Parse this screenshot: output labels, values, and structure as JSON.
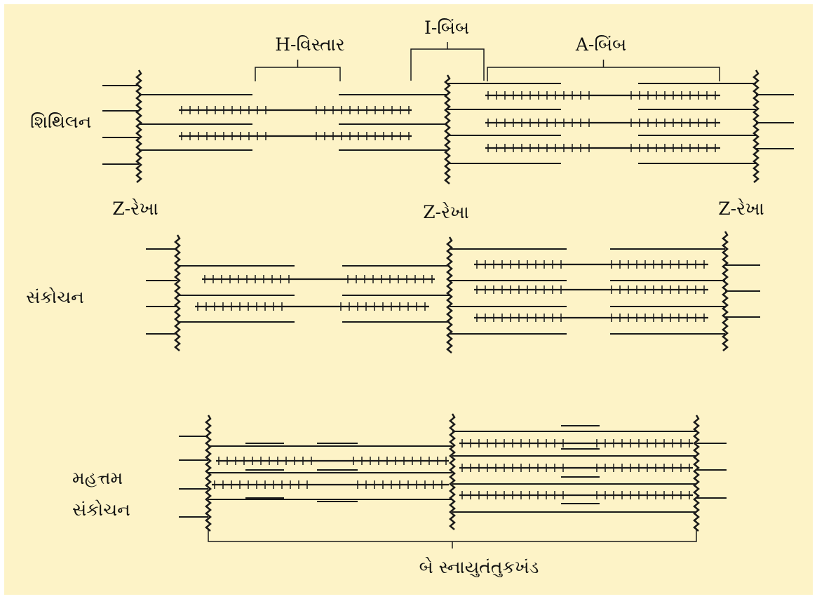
{
  "background_color": "#fdf3c7",
  "stroke_color": "#1a1a1a",
  "labels": {
    "h_zone": "H-વિસ્તાર",
    "i_band": "I-બિંબ",
    "a_band": "A-બિંબ",
    "z_line": "Z-રેખા",
    "relaxed": "શિથિલન",
    "contracted": "સંકોચન",
    "max_line1": "મહત્તમ",
    "max_line2": "સંકોચન",
    "two_sarcomeres": "બે સ્નાયુતંતુકખંડ"
  }
}
